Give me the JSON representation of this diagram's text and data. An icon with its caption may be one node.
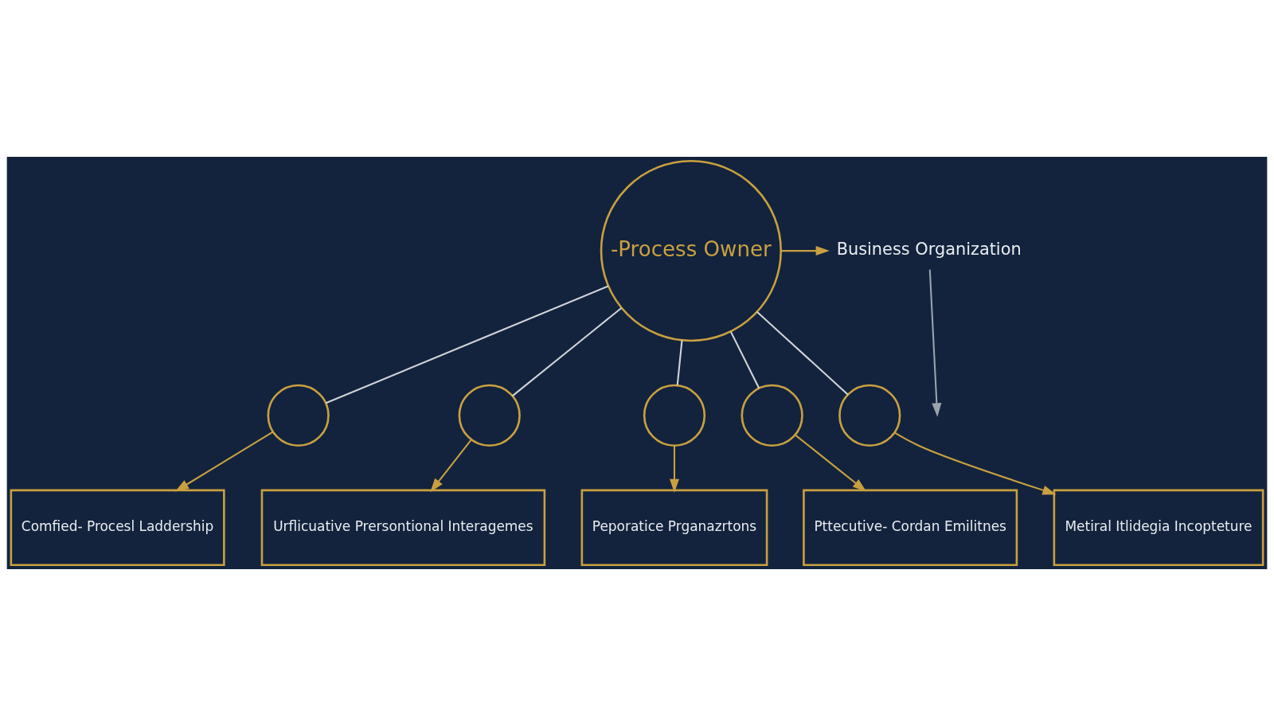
{
  "diagram": {
    "nodes": [
      {
        "text": [
          "-Process Owner"
        ]
      },
      {
        "text": [
          "Business Organization"
        ]
      },
      {
        "text": [],
        "shape": "circle"
      },
      {
        "text": [],
        "shape": "circle"
      },
      {
        "text": [],
        "shape": "circle"
      },
      {
        "text": [],
        "shape": "circle"
      },
      {
        "text": [],
        "shape": "circle"
      },
      {
        "text": [
          "Comfied- Procesl Laddership"
        ]
      },
      {
        "text": [
          "Urflicuative Prersontional Interagemes"
        ]
      },
      {
        "text": [
          "Peporatice Prganazrtons"
        ]
      },
      {
        "text": [
          "Pttecutive- Cordan Emilitnes"
        ]
      },
      {
        "text": [
          "Metiral Itlidegia Incopteture"
        ]
      }
    ],
    "edges": [
      {
        "from": 0,
        "to": 1,
        "arrow": "to",
        "color": "#c9a040"
      },
      {
        "from": 1,
        "to": null,
        "arrow": "to",
        "color": "#9aa3ad"
      },
      {
        "from": 0,
        "to": 2,
        "arrow": "none",
        "color": "#d0d4d8"
      },
      {
        "from": 0,
        "to": 3,
        "arrow": "none",
        "color": "#d0d4d8"
      },
      {
        "from": 0,
        "to": 4,
        "arrow": "none",
        "color": "#d0d4d8"
      },
      {
        "from": 0,
        "to": 5,
        "arrow": "none",
        "color": "#d0d4d8"
      },
      {
        "from": 0,
        "to": 6,
        "arrow": "none",
        "color": "#d0d4d8"
      },
      {
        "from": 2,
        "to": 7,
        "arrow": "to",
        "color": "#c9a040"
      },
      {
        "from": 3,
        "to": 8,
        "arrow": "to",
        "color": "#c9a040"
      },
      {
        "from": 4,
        "to": 9,
        "arrow": "to",
        "color": "#c9a040"
      },
      {
        "from": 5,
        "to": 10,
        "arrow": "to",
        "color": "#c9a040"
      },
      {
        "from": 6,
        "to": 11,
        "arrow": "to",
        "color": "#c9a040"
      }
    ]
  }
}
